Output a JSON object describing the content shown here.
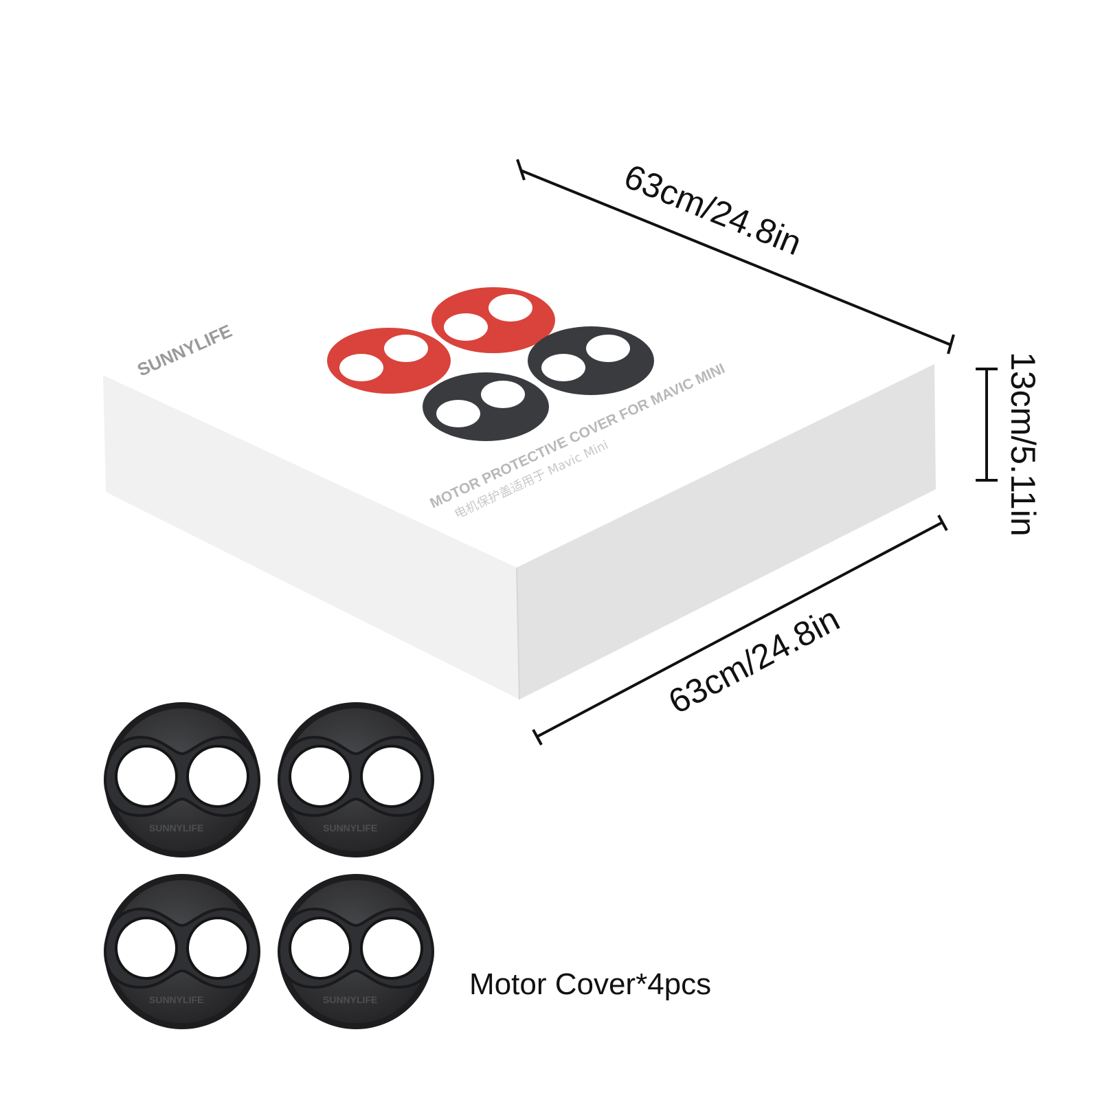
{
  "product": {
    "box_brand_text": "SUNNYLIFE",
    "box_title_text": "MOTOR PROTECTIVE COVER FOR MAVIC MINI",
    "box_subtitle_text": "电机保护盖适用于 Mavic Mini",
    "cover_brand_text": "SUNNYLIFE",
    "caption": "Motor Cover*4pcs"
  },
  "dimensions": {
    "length_top": "63cm/24.8in",
    "height": "13cm/5.11in",
    "length_bottom": "63cm/24.8in"
  },
  "colors": {
    "red_cover": "#d9433b",
    "dark_cover": "#3a3b3e",
    "cover_black": "#2b2b2d",
    "box_top": "#ffffff",
    "box_left": "#f3f3f3",
    "box_right": "#e4e4e4"
  }
}
